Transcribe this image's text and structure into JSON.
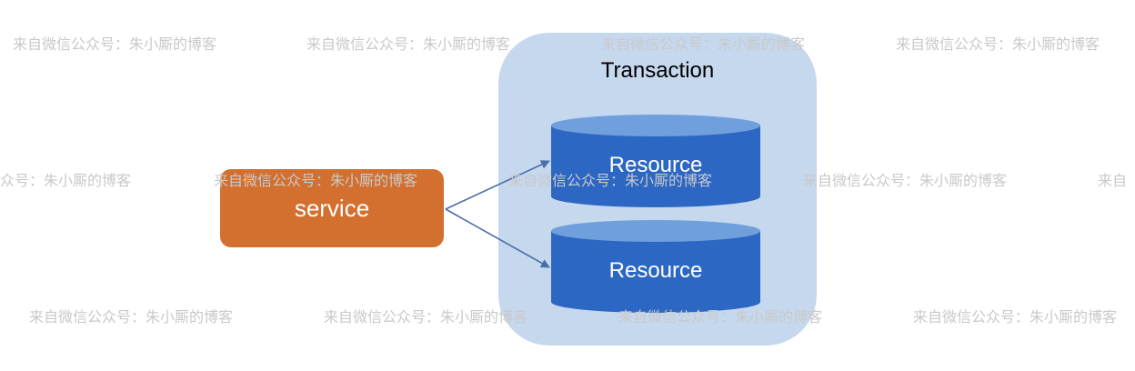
{
  "diagram": {
    "transaction_label": "Transaction",
    "service_label": "service",
    "resources": [
      {
        "label": "Resource"
      },
      {
        "label": "Resource"
      }
    ]
  },
  "watermark": {
    "text": "来自微信公众号：朱小厮的博客",
    "partial_left": "众号：朱小厮的博客",
    "partial_right": "来自"
  },
  "colors": {
    "transaction_bg": "#c6d8ee",
    "service_fill": "#d3702f",
    "resource_body": "#2d67c4",
    "resource_top": "#6f9fdc",
    "arrow": "#4a6fa8"
  }
}
